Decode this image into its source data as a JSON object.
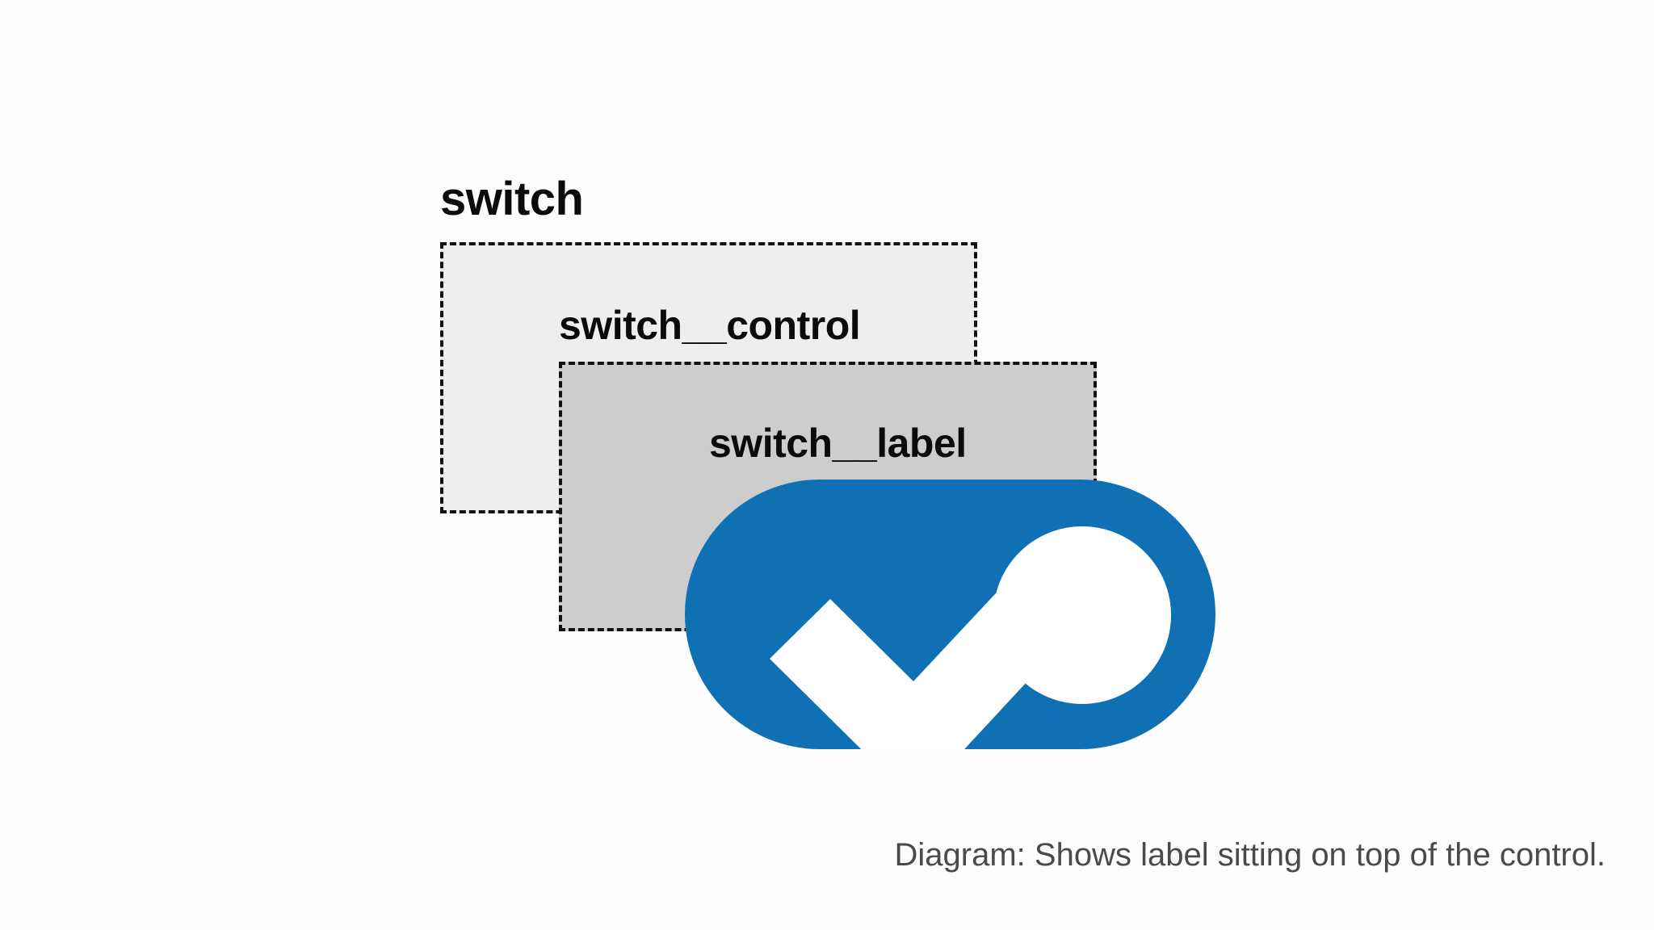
{
  "diagram": {
    "block": {
      "name": "switch",
      "box_fill": "#eeeeee",
      "border_color": "#111111"
    },
    "elements": [
      {
        "name": "switch__control",
        "box_fill": "#cdcdcd",
        "border_color": "#111111"
      },
      {
        "name": "switch__label"
      }
    ],
    "control_visual": {
      "state": "on",
      "track_color": "#0f71b4",
      "knob_color": "#ffffff",
      "check_color": "#ffffff",
      "check_icon": "checkmark-icon",
      "knob_icon": "toggle-knob-icon"
    },
    "caption": "Diagram: Shows label sitting on top of the control.",
    "background_color": "#fdfdfd",
    "text_color": "#0b0b0b",
    "caption_color": "#4a4a4a"
  }
}
